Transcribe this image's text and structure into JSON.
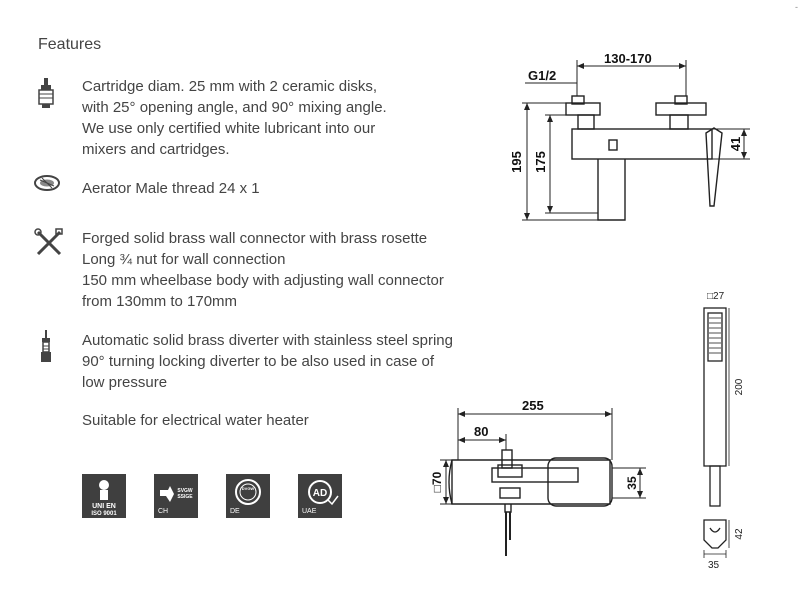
{
  "title": "Features",
  "features": {
    "cartridge": [
      "Cartridge diam. 25 mm with 2 ceramic disks,",
      "with 25° opening angle, and 90° mixing angle.",
      "We use only certified white lubricant into our",
      "mixers and cartridges."
    ],
    "aerator": [
      "Aerator Male thread 24 x 1"
    ],
    "connector": [
      "Forged solid brass wall connector with brass rosette",
      "Long ¾ nut for wall connection",
      "150 mm wheelbase body with adjusting wall connector",
      "from 130mm to 170mm"
    ],
    "diverter": [
      "Automatic solid brass diverter with stainless steel spring",
      "90° turning locking diverter to be also used in case of",
      "low pressure"
    ],
    "heater": [
      "Suitable for electrical water heater"
    ]
  },
  "certifications": [
    {
      "logo": "UNI EN ISO 9001",
      "label": ""
    },
    {
      "logo": "SVGW SSIGE",
      "label": "CH"
    },
    {
      "logo": "DVGW",
      "label": "DE"
    },
    {
      "logo": "AD",
      "label": "UAE"
    }
  ],
  "cert_logo_lines": {
    "uni1": "UNI EN",
    "uni2": "ISO 9001",
    "svgw1": "SVGW",
    "svgw2": "SSIGE",
    "dvgw": "DVGW",
    "ad": "AD"
  },
  "dimensions": {
    "thread": "G1/2",
    "spacing": "130-170",
    "height_total": "195",
    "height_mid": "175",
    "height_right": "41",
    "length": "255",
    "offset": "80",
    "square": "□70",
    "depth": "35",
    "hand_square": "□27",
    "hand_length": "200",
    "holder_h": "42",
    "holder_w": "35"
  },
  "corner_mark": "-",
  "icons": [
    "cartridge-icon",
    "aerator-icon",
    "tools-icon",
    "diverter-icon"
  ]
}
